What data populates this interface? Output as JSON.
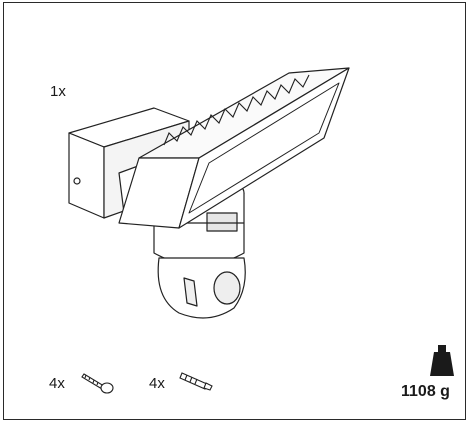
{
  "items": {
    "main_quantity": "1x",
    "screw_quantity": "4x",
    "anchor_quantity": "4x"
  },
  "icons": {
    "main": "floodlight-camera-icon",
    "screw": "screw-icon",
    "anchor": "wall-anchor-icon",
    "weight": "weight-icon"
  },
  "weight": {
    "label": "1108 g"
  }
}
